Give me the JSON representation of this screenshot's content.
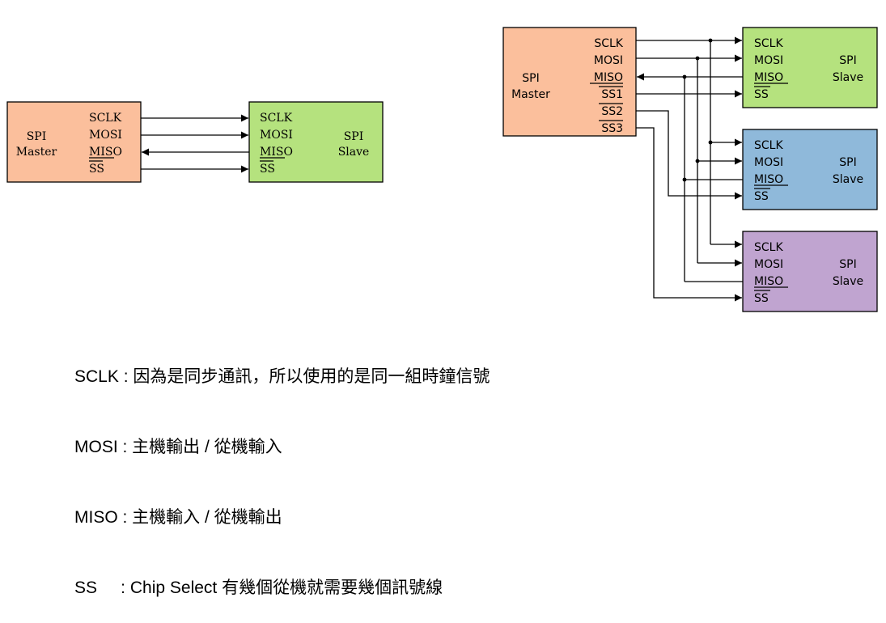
{
  "colors": {
    "master": "#fbbf9c",
    "slave1": "#b5e27e",
    "slave2": "#8fb9da",
    "slave3": "#c0a4d0",
    "stroke": "#000000"
  },
  "simple": {
    "master": {
      "title_line1": "SPI",
      "title_line2": "Master",
      "pins": [
        "SCLK",
        "MOSI",
        "MISO",
        "SS"
      ]
    },
    "slave": {
      "title_line1": "SPI",
      "title_line2": "Slave",
      "pins": [
        "SCLK",
        "MOSI",
        "MISO",
        "SS"
      ]
    }
  },
  "multi": {
    "master": {
      "title_line1": "SPI",
      "title_line2": "Master",
      "pins": [
        "SCLK",
        "MOSI",
        "MISO",
        "SS1",
        "SS2",
        "SS3"
      ]
    },
    "slaves": [
      {
        "title_line1": "SPI",
        "title_line2": "Slave",
        "pins": [
          "SCLK",
          "MOSI",
          "MISO",
          "SS"
        ]
      },
      {
        "title_line1": "SPI",
        "title_line2": "Slave",
        "pins": [
          "SCLK",
          "MOSI",
          "MISO",
          "SS"
        ]
      },
      {
        "title_line1": "SPI",
        "title_line2": "Slave",
        "pins": [
          "SCLK",
          "MOSI",
          "MISO",
          "SS"
        ]
      }
    ]
  },
  "legend": [
    "SCLK : 因為是同步通訊，所以使用的是同一組時鐘信號",
    "MOSI : 主機輸出 / 從機輸入",
    "MISO : 主機輸入 / 從機輸出",
    "SS     : Chip Select 有幾個從機就需要幾個訊號線"
  ]
}
